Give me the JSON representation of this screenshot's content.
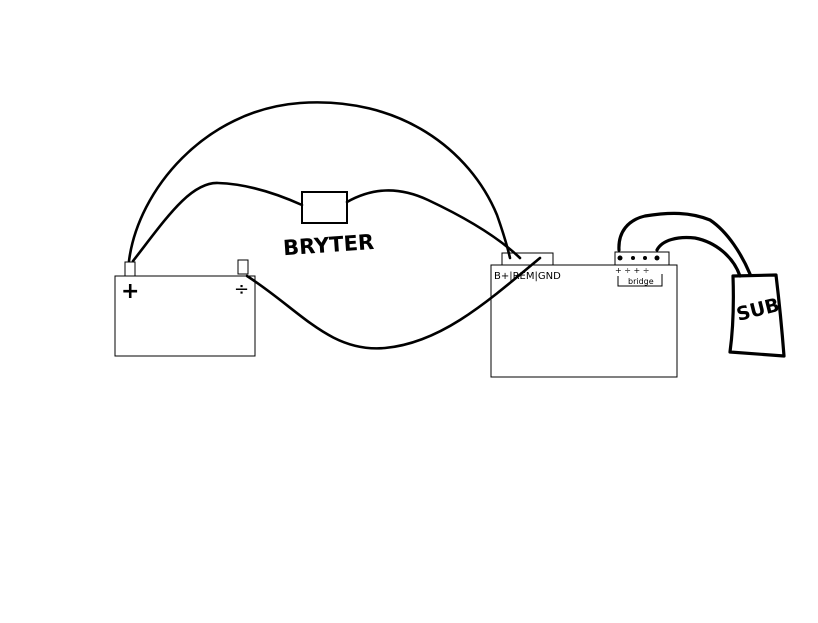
{
  "battery": {
    "plus_symbol": "+",
    "minus_symbol": "÷"
  },
  "switch": {
    "label": "BRYTER"
  },
  "amplifier": {
    "power_label": "B+|REM|GND",
    "speaker_terminals": "+ ÷ + ÷",
    "speaker_label": "bridge"
  },
  "subwoofer": {
    "label": "SUB"
  }
}
